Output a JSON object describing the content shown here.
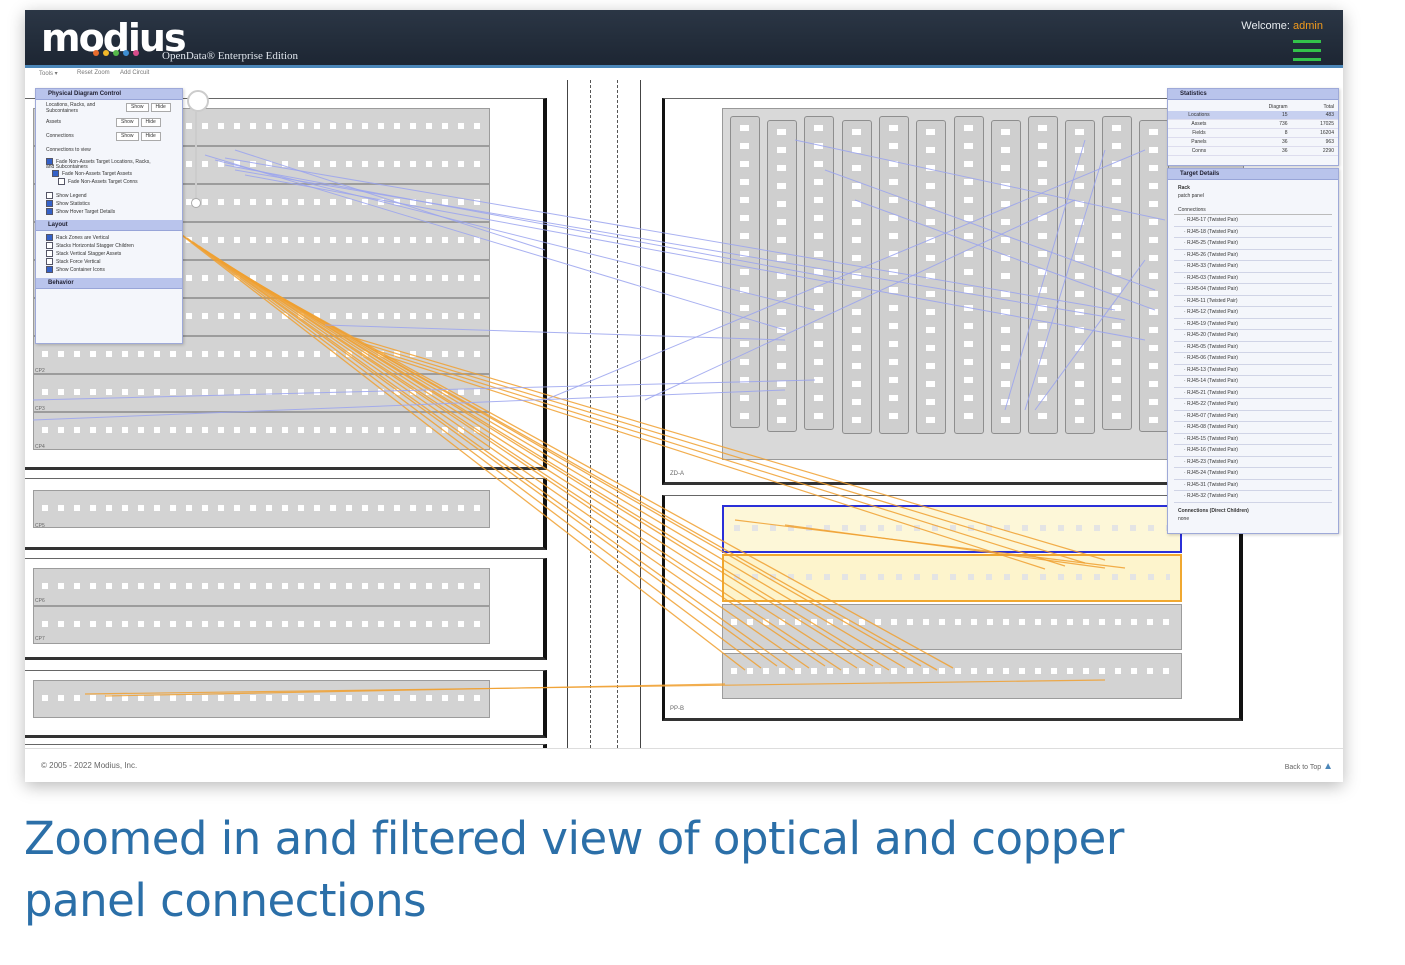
{
  "app": {
    "logo": "modius",
    "edition": "OpenData® Enterprise Edition",
    "welcome_label": "Welcome:",
    "user": "admin",
    "brand_dot_colors": [
      "#e86c2c",
      "#f2b829",
      "#55b94b",
      "#3e8fd3",
      "#d84c8b"
    ],
    "accent_color": "#4b86b8",
    "menu_icon": "hamburger-icon"
  },
  "toolbar": {
    "items": [
      "Tools ▾",
      "Reset Zoom",
      "Add Circuit"
    ]
  },
  "control_panel": {
    "title": "Physical Diagram Control",
    "rows": [
      {
        "label": "Locations, Racks, and Subcontainers",
        "show": "Show",
        "hide": "Hide"
      },
      {
        "label": "Assets",
        "show": "Show",
        "hide": "Hide"
      },
      {
        "label": "Connections",
        "show": "Show",
        "hide": "Hide"
      }
    ],
    "scroll_label": "Connections to view",
    "options": [
      {
        "label": "Fade Non-Assets Target Locations, Racks, and Subcontainers",
        "checked": true
      },
      {
        "label": "Fade Non-Assets Target Assets",
        "checked": true
      },
      {
        "label": "Fade Non-Assets Target Conns",
        "checked": false
      },
      {
        "label": "Show Legend",
        "checked": false
      },
      {
        "label": "Show Statistics",
        "checked": true
      },
      {
        "label": "Show Hover Target Details",
        "checked": true
      }
    ],
    "layout_title": "Layout",
    "layout_options": [
      {
        "label": "Rack Zones are Vertical",
        "checked": true
      },
      {
        "label": "Stacks Horizontal Stagger Children",
        "checked": false
      },
      {
        "label": "Stack Vertical Stagger Assets",
        "checked": false
      },
      {
        "label": "Stack Force Vertical",
        "checked": false
      },
      {
        "label": "Show Container Icons",
        "checked": true
      }
    ],
    "behavior_title": "Behavior"
  },
  "statistics": {
    "title": "Statistics",
    "columns": [
      "",
      "Diagram",
      "Total"
    ],
    "rows": [
      [
        "Locations",
        "15",
        "483"
      ],
      [
        "Assets",
        "736",
        "17025"
      ],
      [
        "Fields",
        "8",
        "16204"
      ],
      [
        "Panels",
        "36",
        "963"
      ],
      [
        "Conns",
        "36",
        "2290"
      ]
    ]
  },
  "target_details": {
    "title": "Target Details",
    "name_label": "Rack",
    "name_value": "patch panel",
    "connections_title": "Connections",
    "connections": [
      "RJ45-17 (Twisted Pair)",
      "RJ45-18 (Twisted Pair)",
      "RJ45-25 (Twisted Pair)",
      "RJ45-26 (Twisted Pair)",
      "RJ45-33 (Twisted Pair)",
      "RJ45-03 (Twisted Pair)",
      "RJ45-04 (Twisted Pair)",
      "RJ45-11 (Twisted Pair)",
      "RJ45-12 (Twisted Pair)",
      "RJ45-19 (Twisted Pair)",
      "RJ45-20 (Twisted Pair)",
      "RJ45-05 (Twisted Pair)",
      "RJ45-06 (Twisted Pair)",
      "RJ45-13 (Twisted Pair)",
      "RJ45-14 (Twisted Pair)",
      "RJ45-21 (Twisted Pair)",
      "RJ45-22 (Twisted Pair)",
      "RJ45-07 (Twisted Pair)",
      "RJ45-08 (Twisted Pair)",
      "RJ45-15 (Twisted Pair)",
      "RJ45-16 (Twisted Pair)",
      "RJ45-23 (Twisted Pair)",
      "RJ45-24 (Twisted Pair)",
      "RJ45-31 (Twisted Pair)",
      "RJ45-32 (Twisted Pair)"
    ],
    "footer_label": "Connections (Direct Children)",
    "footer_value": "none"
  },
  "diagram": {
    "left_labels": [
      "CP2",
      "CP3",
      "CP4",
      "CP5",
      "CP6",
      "CP7"
    ],
    "right_top_label": "ZD-A",
    "right_bottom_label": "PP-B",
    "optical_color": "#f0a030",
    "copper_color": "#9aa3ef",
    "selected_color": "#2b30d8"
  },
  "footer": {
    "copyright": "© 2005 - 2022 Modius, Inc.",
    "back_to_top": "Back to Top"
  },
  "caption": "Zoomed in and filtered view of optical and copper panel connections"
}
